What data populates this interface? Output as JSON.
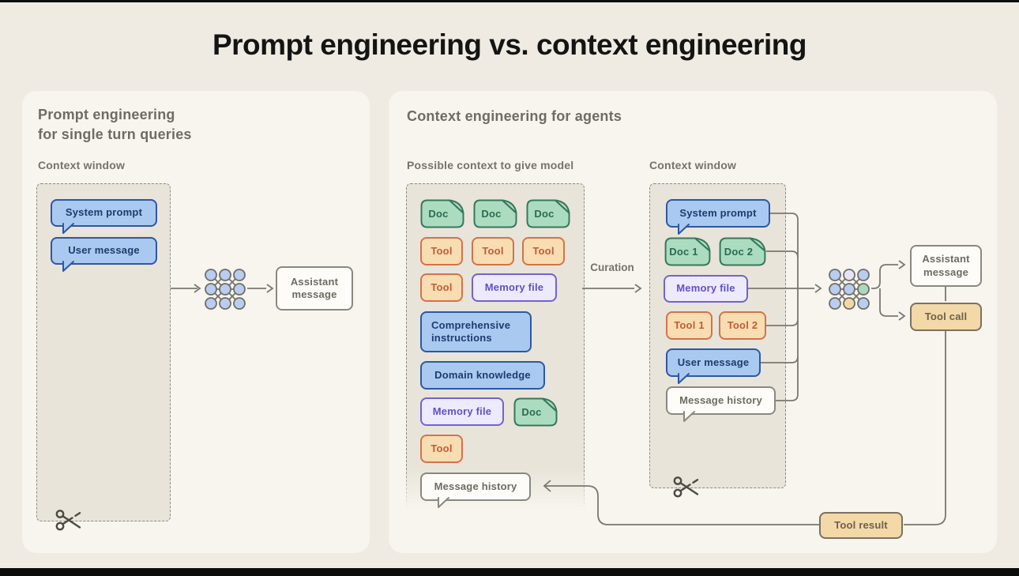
{
  "title": "Prompt engineering vs. context engineering",
  "colors": {
    "background": "#efebe2",
    "card": "#f7f5ee",
    "context_window_fill": "#e8e4da",
    "blue_fill": "#a9c9f0",
    "blue_border": "#2e57a4",
    "green_fill": "#abdcc0",
    "green_border": "#37775c",
    "orange_fill": "#f9ddb2",
    "orange_border": "#d4724a",
    "lavender_fill": "#edeafd",
    "lavender_border": "#7163d1",
    "tan_fill": "#f3d8a8",
    "tan_border": "#7b7161",
    "white_fill": "#fdfcf8",
    "connector": "#7a786e"
  },
  "icons": {
    "neural_network": "neural-network-icon",
    "scissors": "scissors-icon",
    "doc": "doc-file-icon",
    "speech_tail": "speech-bubble-tail"
  },
  "left_panel": {
    "title_line1": "Prompt engineering",
    "title_line2": "for single turn queries",
    "context_window_label": "Context window",
    "system_prompt": "System prompt",
    "user_message": "User message",
    "assistant_message": "Assistant message"
  },
  "right_panel": {
    "title": "Context engineering for agents",
    "possible_context_label": "Possible context to give model",
    "context_window_label": "Context window",
    "curation_label": "Curation",
    "possible_context": {
      "doc1": "Doc",
      "doc2": "Doc",
      "doc3": "Doc",
      "tool1": "Tool",
      "tool2": "Tool",
      "tool3": "Tool",
      "tool4": "Tool",
      "memory_file1": "Memory file",
      "comprehensive_instructions": "Comprehensive instructions",
      "domain_knowledge": "Domain knowledge",
      "memory_file2": "Memory file",
      "doc4": "Doc",
      "tool5": "Tool",
      "message_history": "Message history"
    },
    "context_window": {
      "system_prompt": "System prompt",
      "doc1": "Doc 1",
      "doc2": "Doc 2",
      "memory_file": "Memory file",
      "tool1": "Tool 1",
      "tool2": "Tool 2",
      "user_message": "User message",
      "message_history": "Message history"
    },
    "outputs": {
      "assistant_message": "Assistant message",
      "tool_call": "Tool call",
      "tool_result": "Tool result"
    }
  }
}
